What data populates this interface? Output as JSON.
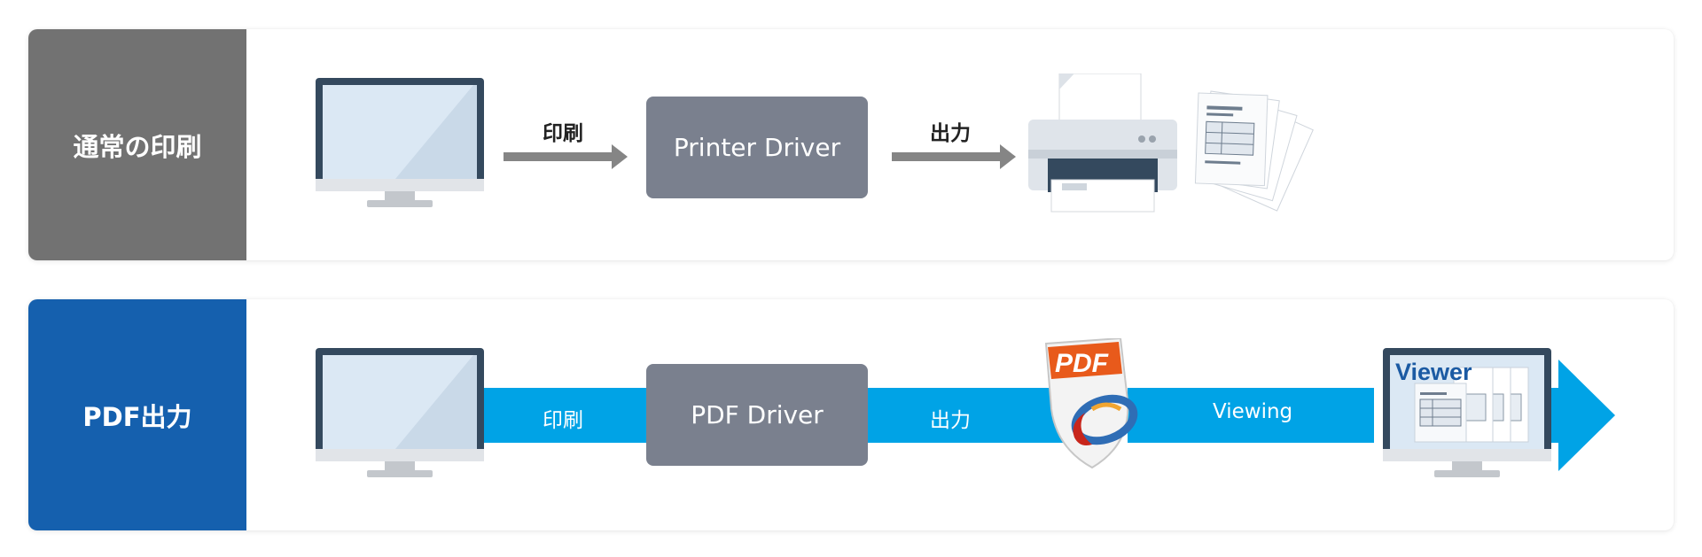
{
  "colors": {
    "normal_label_bg": "#727272",
    "pdf_label_bg": "#1560ae",
    "driver_box": "#7a808e",
    "arrow_gray": "#858585",
    "flow_blue": "#00a3e6",
    "monitor_frame": "#34495e",
    "screen": "#dbe8f4"
  },
  "rows": {
    "normal": {
      "label": "通常の印刷",
      "arrow1_label": "印刷",
      "driver": "Printer Driver",
      "arrow2_label": "出力",
      "output_icon": "printer-with-documents-icon"
    },
    "pdf": {
      "label": "PDF出力",
      "band1_label": "印刷",
      "driver": "PDF Driver",
      "band2_label": "出力",
      "logo_text": "PDF",
      "band3_label": "Viewing",
      "viewer_label": "Viewer"
    }
  }
}
